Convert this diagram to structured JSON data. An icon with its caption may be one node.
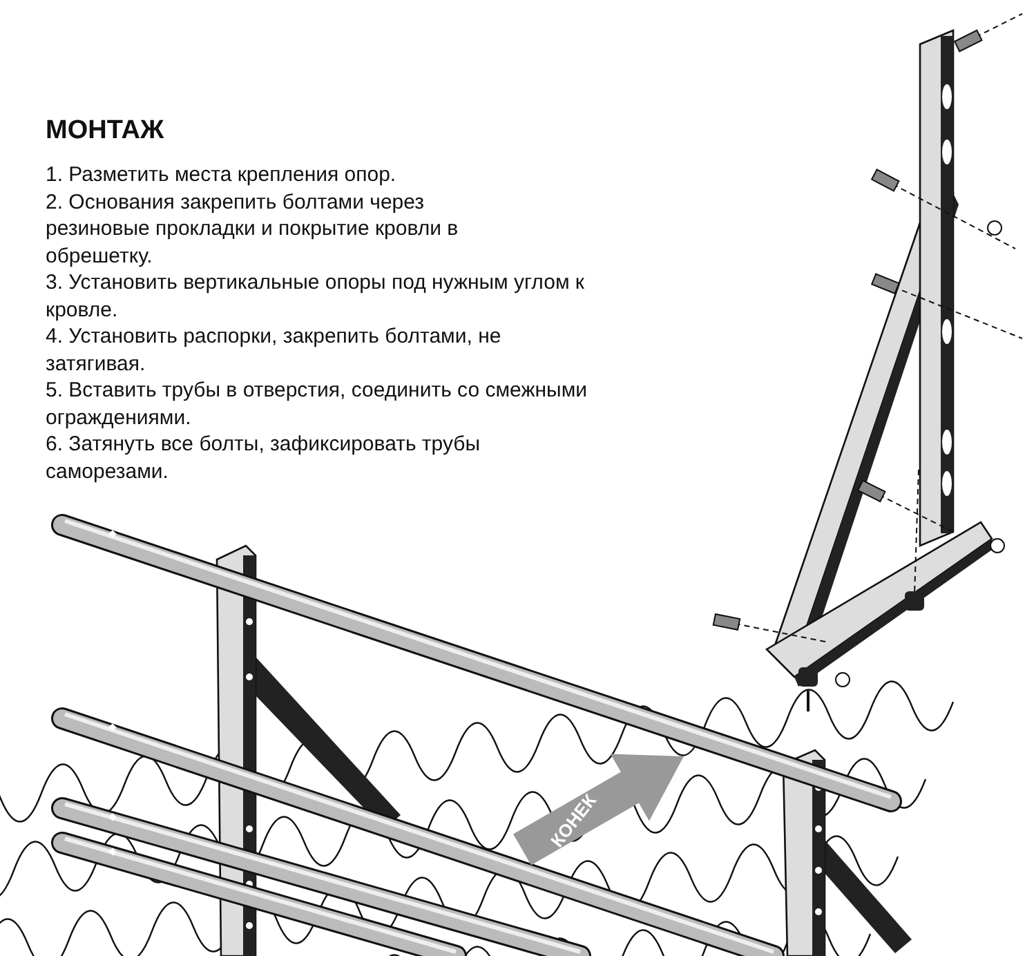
{
  "diagram": {
    "title": "МОНТАЖ",
    "labels": [
      "1. Разметить места крепления опор.",
      "2. Основания закрепить болтами через резиновые прокладки и покрытие кровли в обрешетку.",
      "3. Установить вертикальные опоры под нужным углом к кровле.",
      "4. Установить распорки, закрепить болтами, не затягивая.",
      "5. Вставить трубы в отверстия, соединить со смежными ограждениями.",
      "6. Затянуть все болты, зафиксировать трубы саморезами.",
      "КОНЕК"
    ]
  }
}
